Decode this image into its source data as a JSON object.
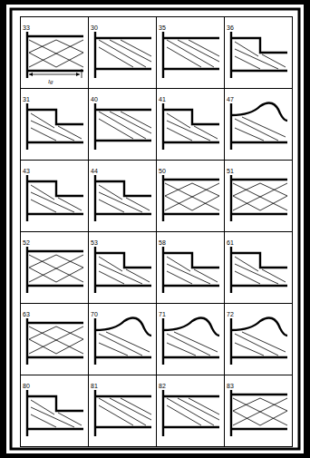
{
  "diagram": {
    "nodes": [
      {
        "text": [
          "33"
        ]
      },
      {
        "text": [
          "30"
        ]
      },
      {
        "text": [
          "35"
        ]
      },
      {
        "text": [
          "36"
        ]
      },
      {
        "text": [
          "31"
        ]
      },
      {
        "text": [
          "40"
        ]
      },
      {
        "text": [
          "41"
        ]
      },
      {
        "text": [
          "47"
        ]
      },
      {
        "text": [
          "43"
        ]
      },
      {
        "text": [
          "44"
        ]
      },
      {
        "text": [
          "50"
        ]
      },
      {
        "text": [
          "51"
        ]
      },
      {
        "text": [
          "52"
        ]
      },
      {
        "text": [
          "53"
        ]
      },
      {
        "text": [
          "58"
        ]
      },
      {
        "text": [
          "61"
        ]
      },
      {
        "text": [
          "63"
        ]
      },
      {
        "text": [
          "70"
        ]
      },
      {
        "text": [
          "71"
        ]
      },
      {
        "text": [
          "72"
        ]
      },
      {
        "text": [
          "80"
        ]
      },
      {
        "text": [
          "81"
        ]
      },
      {
        "text": [
          "82"
        ]
      },
      {
        "text": [
          "83"
        ]
      }
    ],
    "labels": [
      "lg"
    ]
  }
}
